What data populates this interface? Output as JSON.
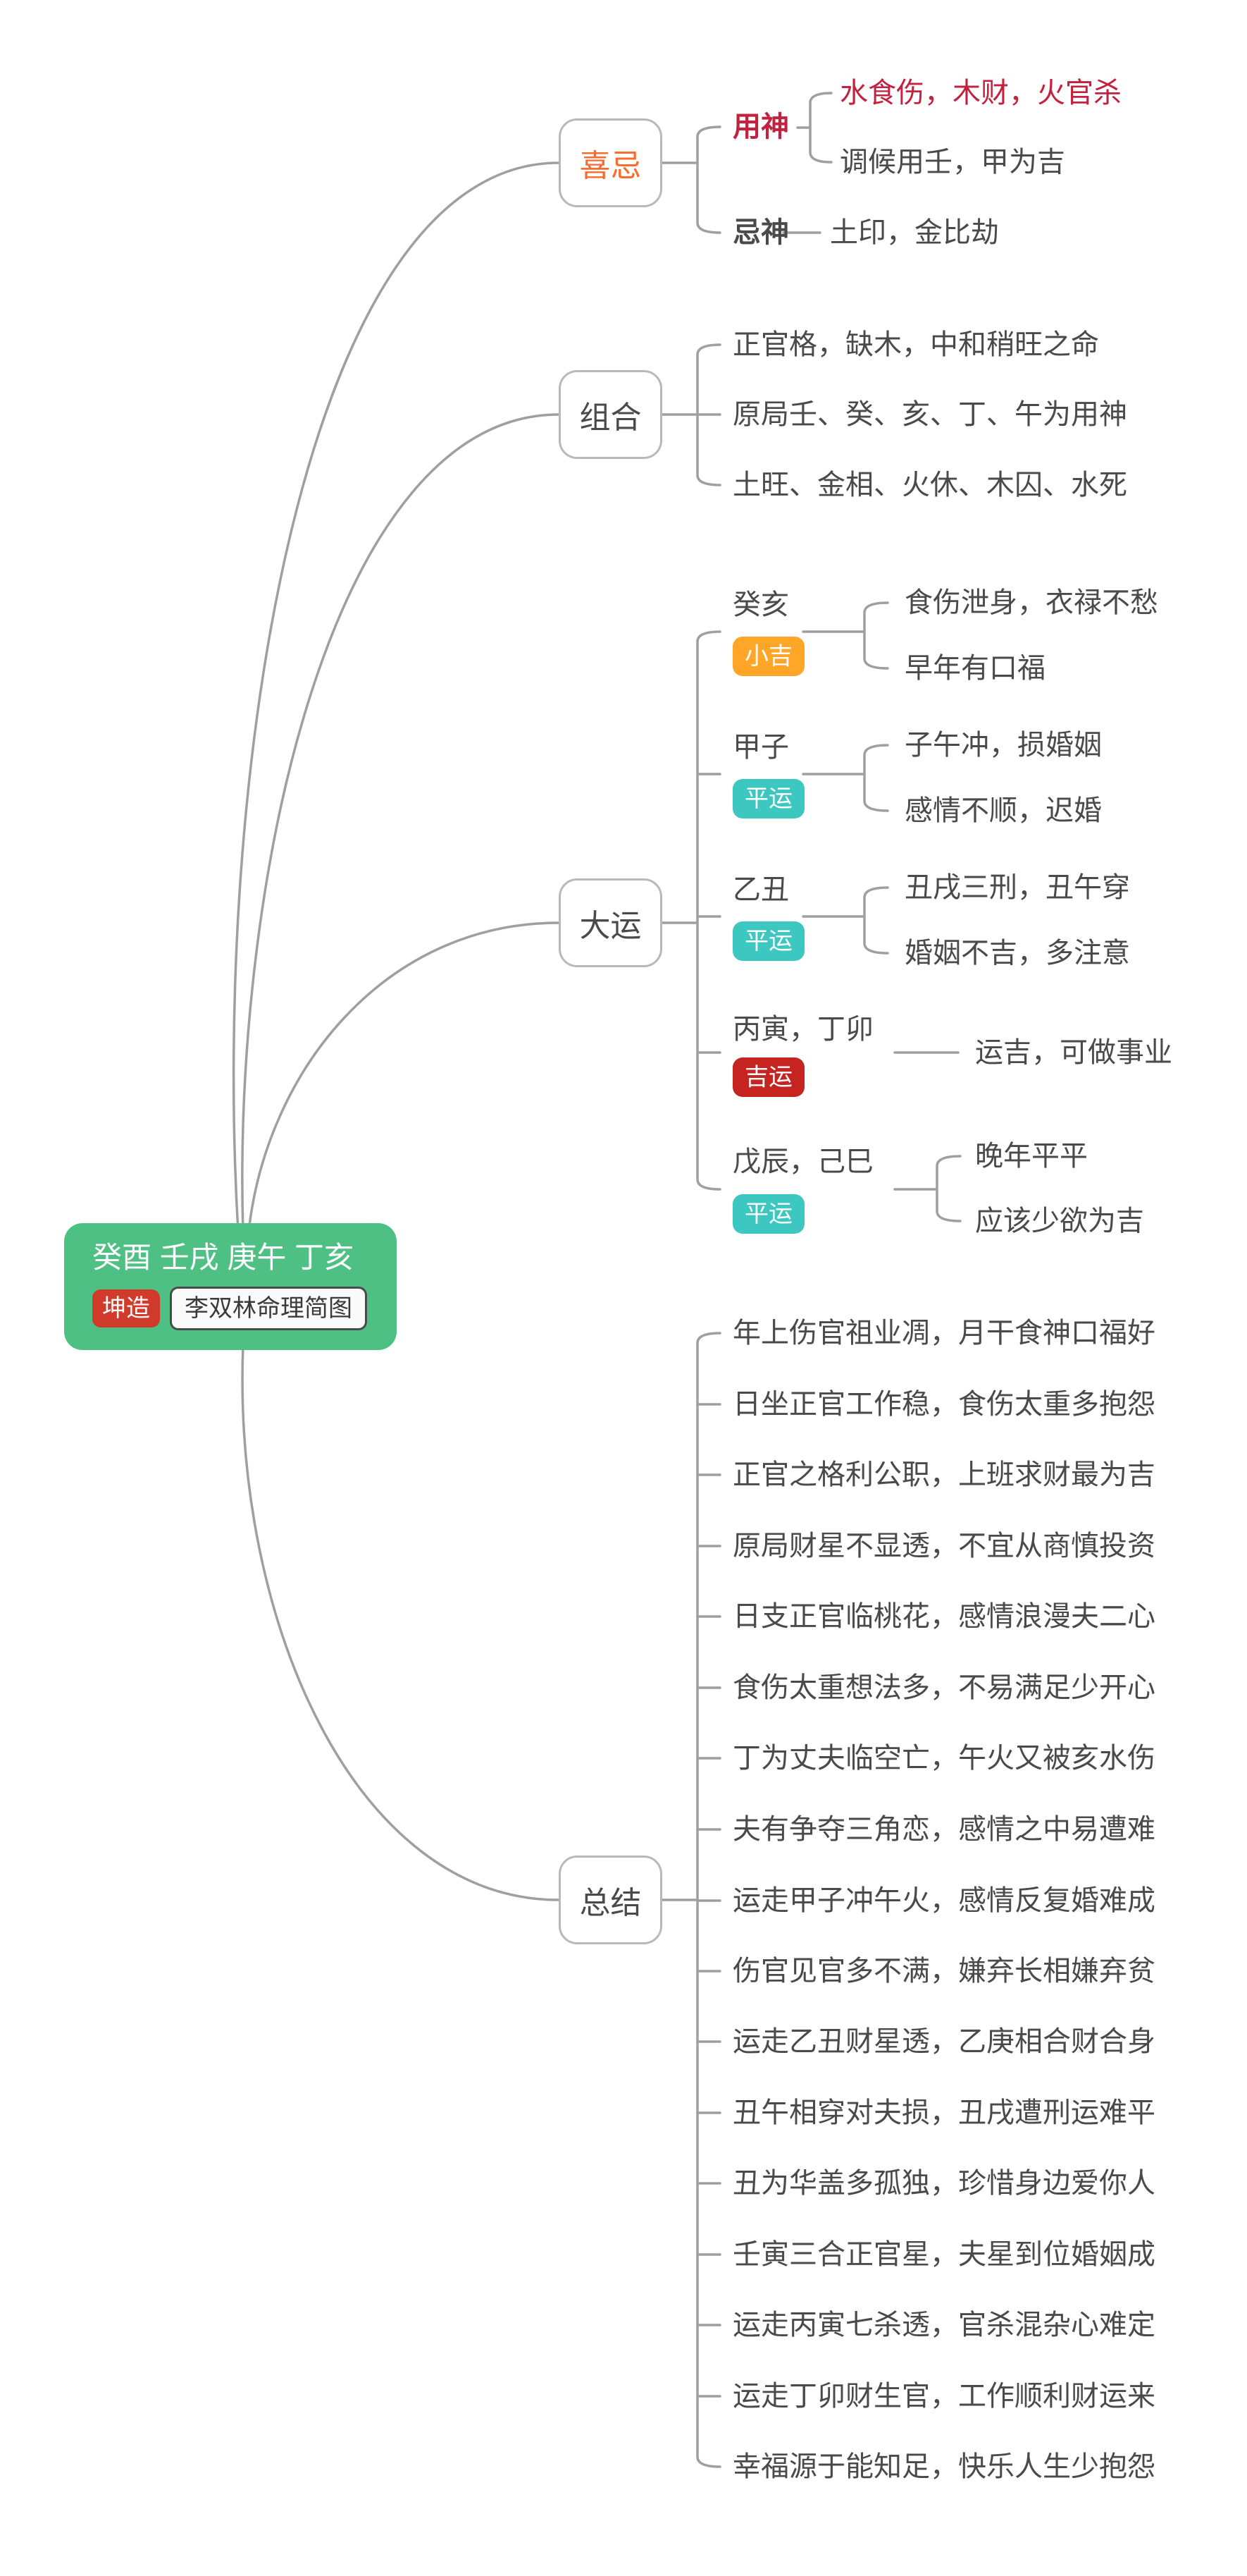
{
  "root": {
    "bazi": "癸酉 壬戌 庚午 丁亥",
    "gender_badge": "坤造",
    "title": "李双林命理简图"
  },
  "xiji": {
    "label": "喜忌",
    "yongshen_label": "用神",
    "yongshen_children": [
      "水食伤，木财，火官杀",
      "调候用壬，甲为吉"
    ],
    "jishen_label": "忌神",
    "jishen_child": "土印，金比劫"
  },
  "zuhe": {
    "label": "组合",
    "children": [
      "正官格，缺木，中和稍旺之命",
      "原局壬、癸、亥、丁、午为用神",
      "土旺、金相、火休、木囚、水死"
    ]
  },
  "dayun": {
    "label": "大运",
    "items": [
      {
        "ganzhi": "癸亥",
        "badge": "小吉",
        "children": [
          "食伤泄身，衣禄不愁",
          "早年有口福"
        ]
      },
      {
        "ganzhi": "甲子",
        "badge": "平运",
        "children": [
          "子午冲，损婚姻",
          "感情不顺，迟婚"
        ]
      },
      {
        "ganzhi": "乙丑",
        "badge": "平运",
        "children": [
          "丑戌三刑，丑午穿",
          "婚姻不吉，多注意"
        ]
      },
      {
        "ganzhi": "丙寅，丁卯",
        "badge": "吉运",
        "children": [
          "运吉，可做事业"
        ]
      },
      {
        "ganzhi": "戊辰，己巳",
        "badge": "平运",
        "children": [
          "晚年平平",
          "应该少欲为吉"
        ]
      }
    ]
  },
  "zongjie": {
    "label": "总结",
    "items": [
      "年上伤官祖业凋，月干食神口福好",
      "日坐正官工作稳，食伤太重多抱怨",
      "正官之格利公职，上班求财最为吉",
      "原局财星不显透，不宜从商慎投资",
      "日支正官临桃花，感情浪漫夫二心",
      "食伤太重想法多，不易满足少开心",
      "丁为丈夫临空亡，午火又被亥水伤",
      "夫有争夺三角恋，感情之中易遭难",
      "运走甲子冲午火，感情反复婚难成",
      "伤官见官多不满，嫌弃长相嫌弃贫",
      "运走乙丑财星透，乙庚相合财合身",
      "丑午相穿对夫损，丑戌遭刑运难平",
      "丑为华盖多孤独，珍惜身边爱你人",
      "壬寅三合正官星，夫星到位婚姻成",
      "运走丙寅七杀透，官杀混杂心难定",
      "运走丁卯财生官，工作顺利财运来",
      "幸福源于能知足，快乐人生少抱怨"
    ]
  },
  "colors": {
    "root_bg": "#4fc083",
    "gender_badge_bg": "#d23a2b",
    "badge_orange": "#ffa629",
    "badge_teal": "#3cc8c0",
    "badge_red": "#c52421",
    "accent_crimson_text": "#c3223f",
    "accent_orange_text": "#fb6b30",
    "text": "#4a4a4a",
    "line": "#9f9f9f"
  }
}
